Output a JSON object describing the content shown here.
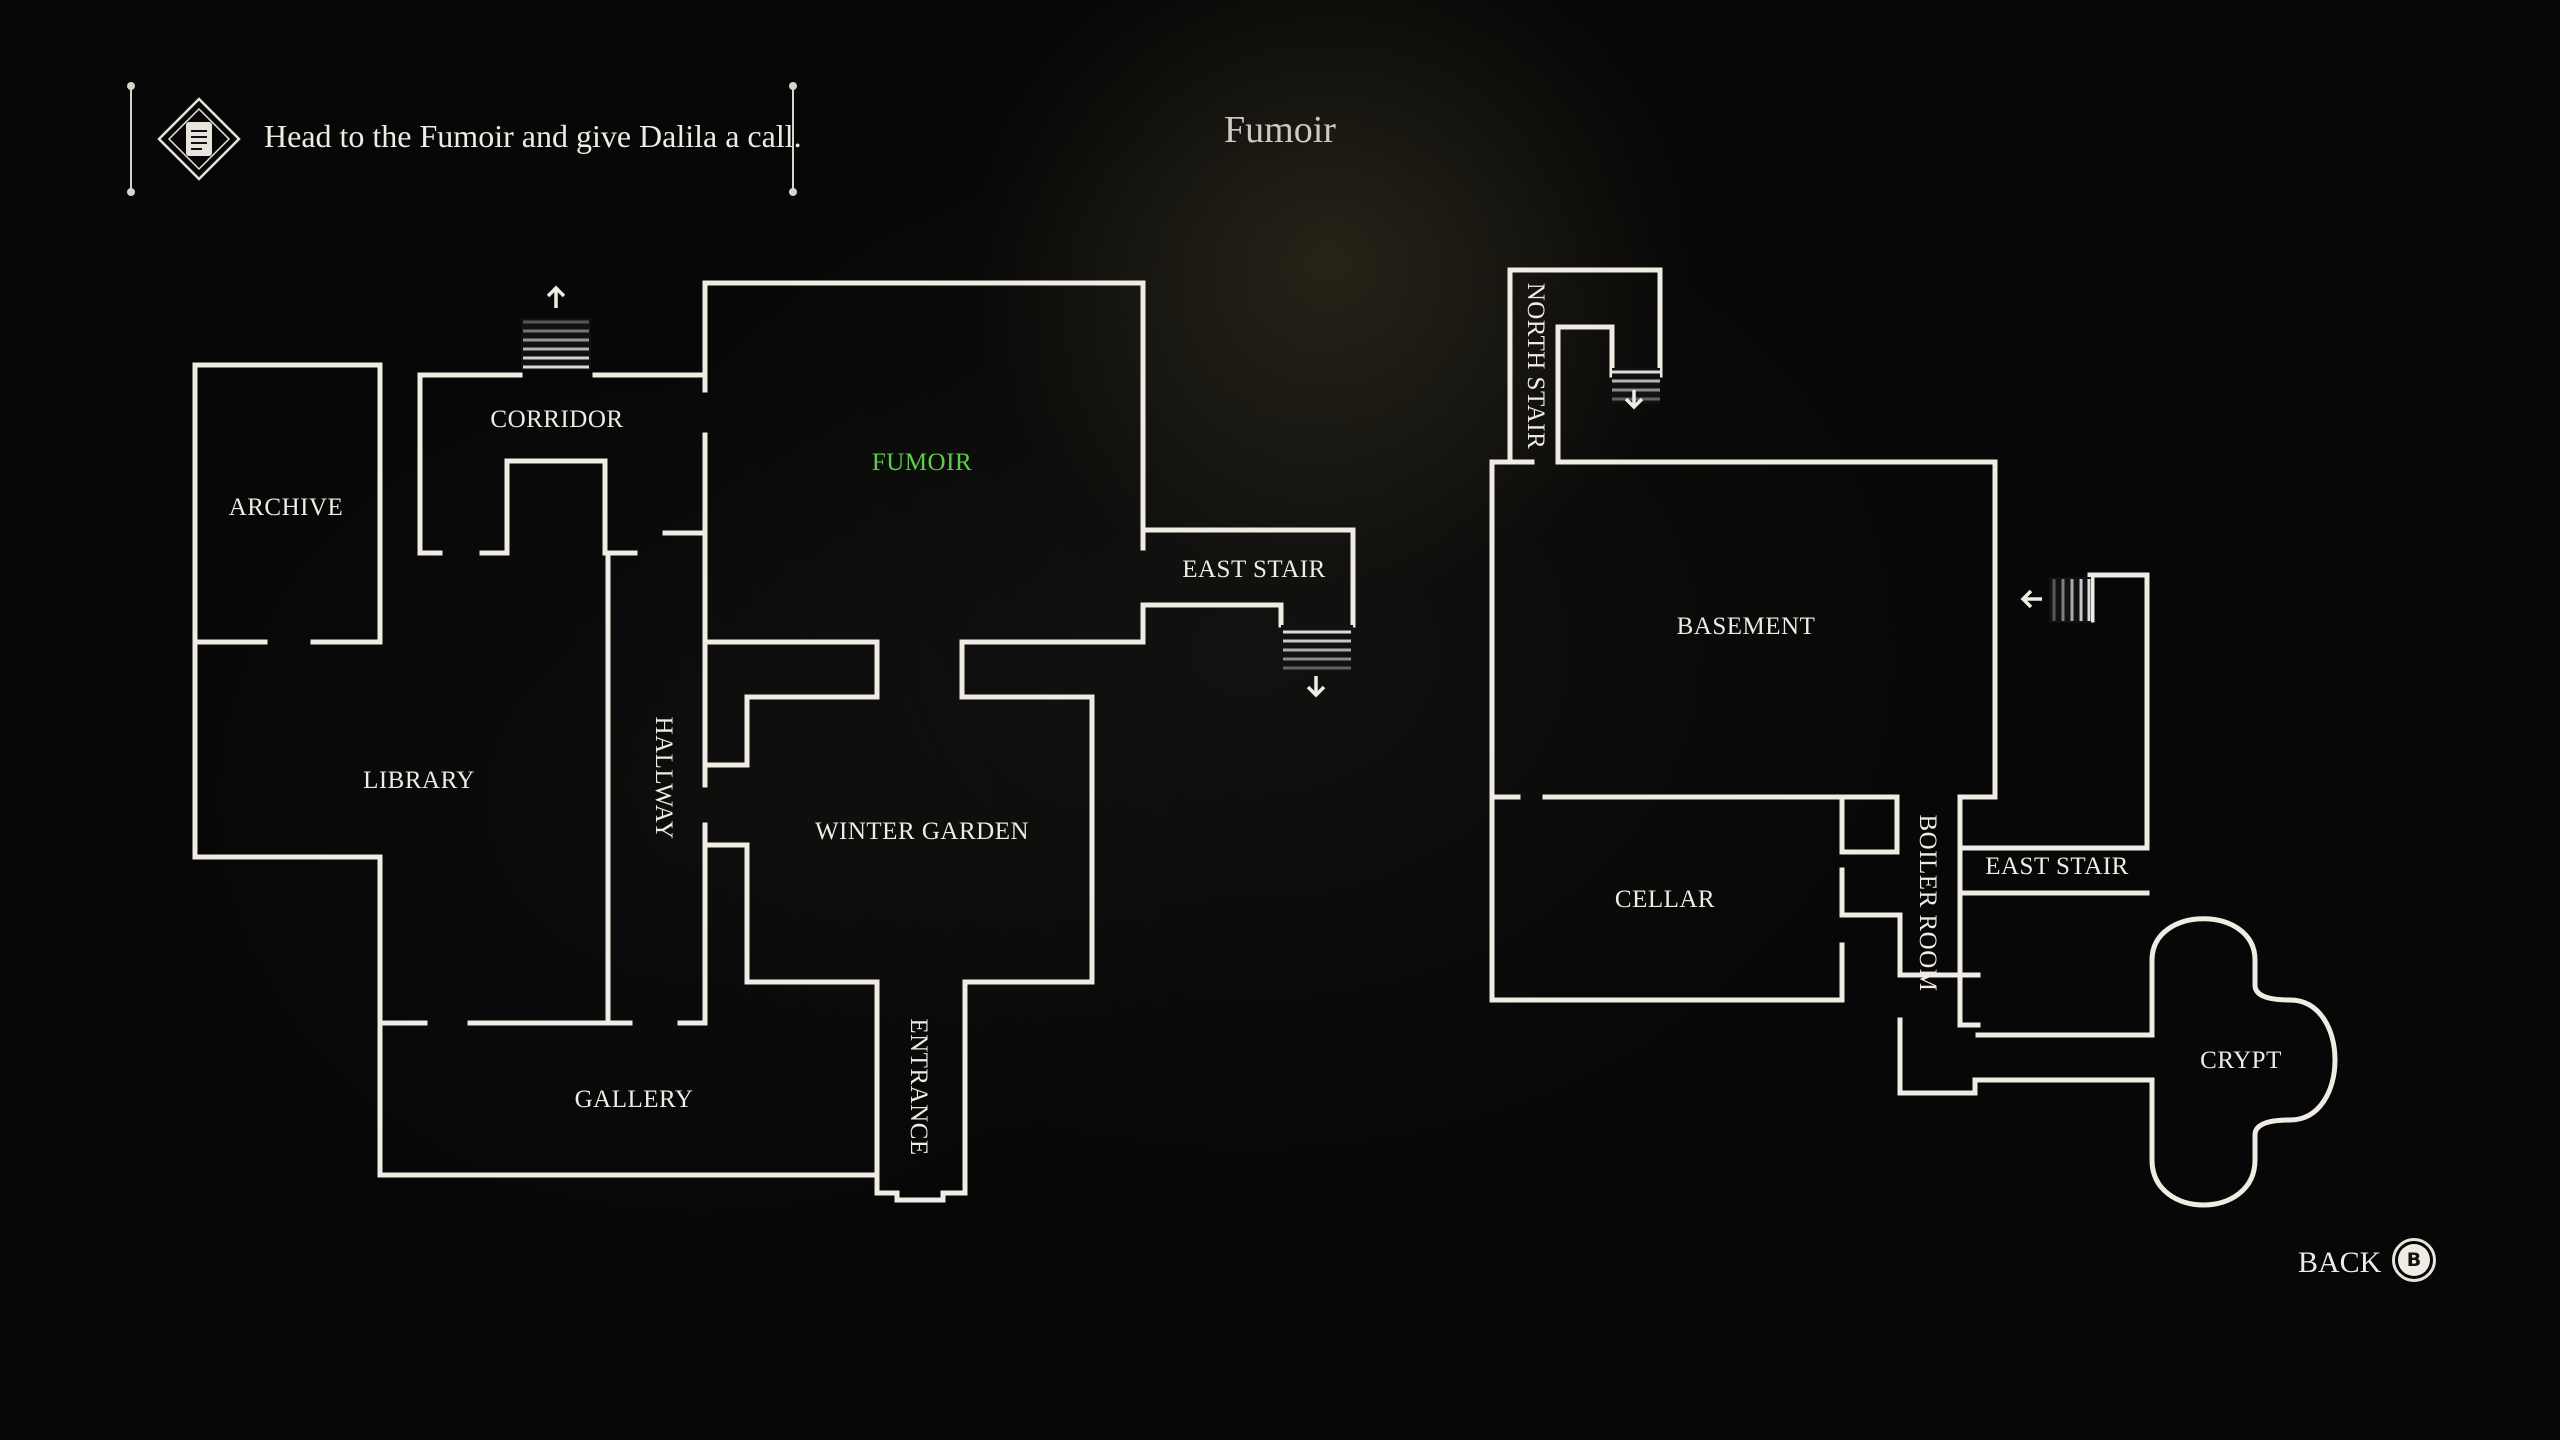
{
  "objective": {
    "icon": "quest-scroll-icon",
    "text": "Head to the Fumoir and give Dalila a call."
  },
  "location": {
    "title": "Fumoir"
  },
  "map": {
    "current_room_color": "#5ccf4a",
    "wall_color": "#f0ece4",
    "rooms": {
      "archive": "ARCHIVE",
      "corridor": "CORRIDOR",
      "fumoir": "FUMOIR",
      "east_stair_upper": "EAST STAIR",
      "library": "LIBRARY",
      "hallway": "HALLWAY",
      "winter_garden": "WINTER GARDEN",
      "gallery": "GALLERY",
      "entrance": "ENTRANCE",
      "north_stair": "NORTH STAIR",
      "basement": "BASEMENT",
      "cellar": "CELLAR",
      "boiler_room": "BOILER ROOM",
      "east_stair_lower": "EAST STAIR",
      "crypt": "CRYPT"
    },
    "current_room": "FUMOIR"
  },
  "back": {
    "label": "BACK",
    "button": "B"
  }
}
